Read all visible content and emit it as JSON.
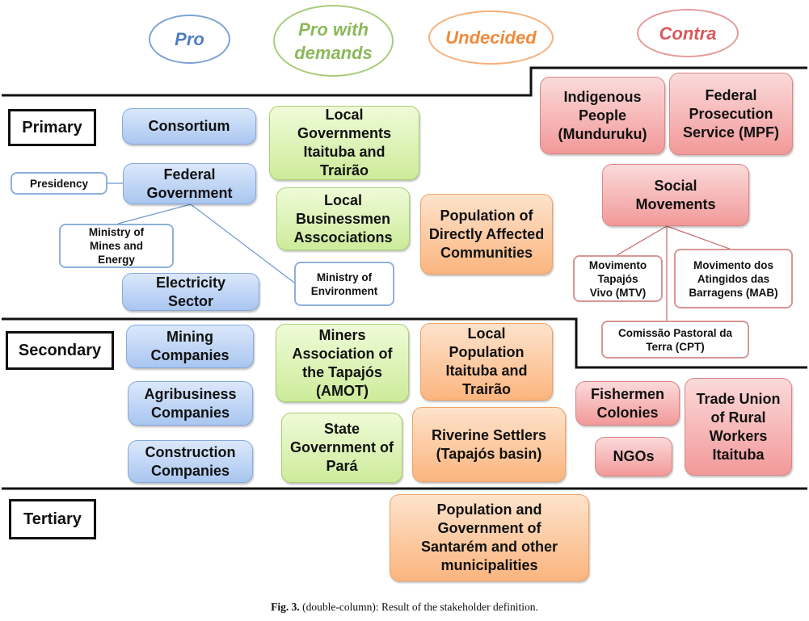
{
  "legend": {
    "pro": "Pro",
    "pro_with_demands": "Pro with demands",
    "undecided": "Undecided",
    "contra": "Contra"
  },
  "tiers": {
    "primary": "Primary",
    "secondary": "Secondary",
    "tertiary": "Tertiary"
  },
  "nodes": {
    "consortium": "Consortium",
    "federal_government": "Federal Government",
    "presidency": "Presidency",
    "ministry_mines_energy": "Ministry of Mines and Energy",
    "electricity_sector": "Electricity Sector",
    "ministry_environment": "Ministry of Environment",
    "local_governments": "Local Governments Itaituba and Trairão",
    "local_businessmen": "Local Businessmen Asscociations",
    "population_directly_affected": "Population of Directly Affected Communities",
    "indigenous_people": "Indigenous People (Munduruku)",
    "federal_prosecution": "Federal Prosecution Service (MPF)",
    "social_movements": "Social Movements",
    "mtv": "Movimento Tapajós Vivo (MTV)",
    "mab": "Movimento dos Atingidos das Barragens (MAB)",
    "cpt": "Comissão Pastoral da Terra (CPT)",
    "mining_companies": "Mining Companies",
    "agribusiness_companies": "Agribusiness Companies",
    "construction_companies": "Construction Companies",
    "amot": "Miners Association of the Tapajós (AMOT)",
    "state_government_para": "State Government of Pará",
    "local_population": "Local Population Itaituba and Trairão",
    "riverine_settlers": "Riverine Settlers (Tapajós basin)",
    "fishermen_colonies": "Fishermen Colonies",
    "ngos": "NGOs",
    "trade_union": "Trade Union of Rural Workers Itaituba",
    "santarem": "Population and Government of Santarém and other municipalities"
  },
  "caption": {
    "label": "Fig. 3.",
    "text": "(double-column): Result of the stakeholder definition."
  },
  "colors": {
    "pro": "#4f7fc4",
    "pro_with_demands": "#8cb85a",
    "undecided": "#f08a3c",
    "contra": "#d9595c"
  }
}
